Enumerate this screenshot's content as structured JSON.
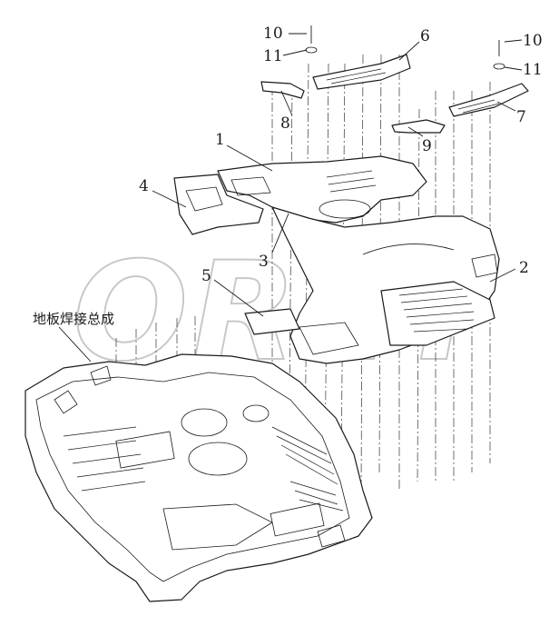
{
  "callouts": {
    "c1": "1",
    "c2": "2",
    "c3": "3",
    "c4": "4",
    "c5": "5",
    "c6": "6",
    "c7": "7",
    "c8": "8",
    "c9": "9",
    "c10a": "10",
    "c10b": "10",
    "c11a": "11",
    "c11b": "11"
  },
  "caption": "地板焊接总成",
  "watermark": "ORET"
}
